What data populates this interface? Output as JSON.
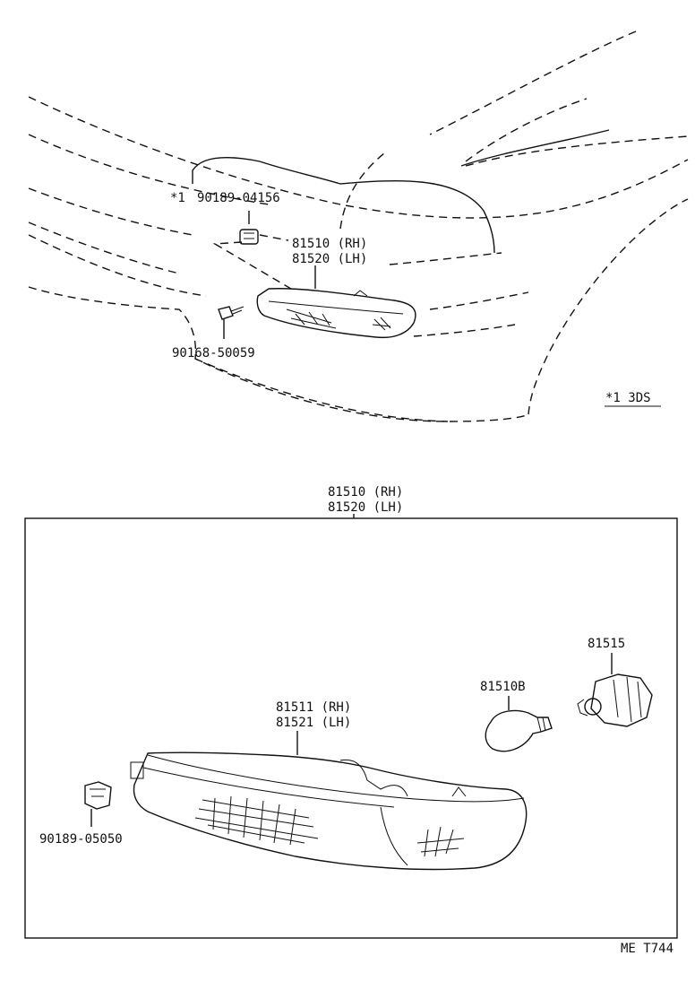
{
  "top_view": {
    "note_marker_label": "*1",
    "clip_part_number": "90189-04156",
    "lamp_assy_rh": "81510 (RH)",
    "lamp_assy_lh": "81520 (LH)",
    "screw_part_number": "90168-50059",
    "footnote": "*1  3DS"
  },
  "detail_view": {
    "lamp_assy_rh": "81510 (RH)",
    "lamp_assy_lh": "81520 (LH)",
    "socket_part_number": "81515",
    "bulb_part_number": "81510B",
    "lens_rh": "81511 (RH)",
    "lens_lh": "81521 (LH)",
    "clip_part_number": "90189-05050"
  },
  "figure_code": "ME T744"
}
